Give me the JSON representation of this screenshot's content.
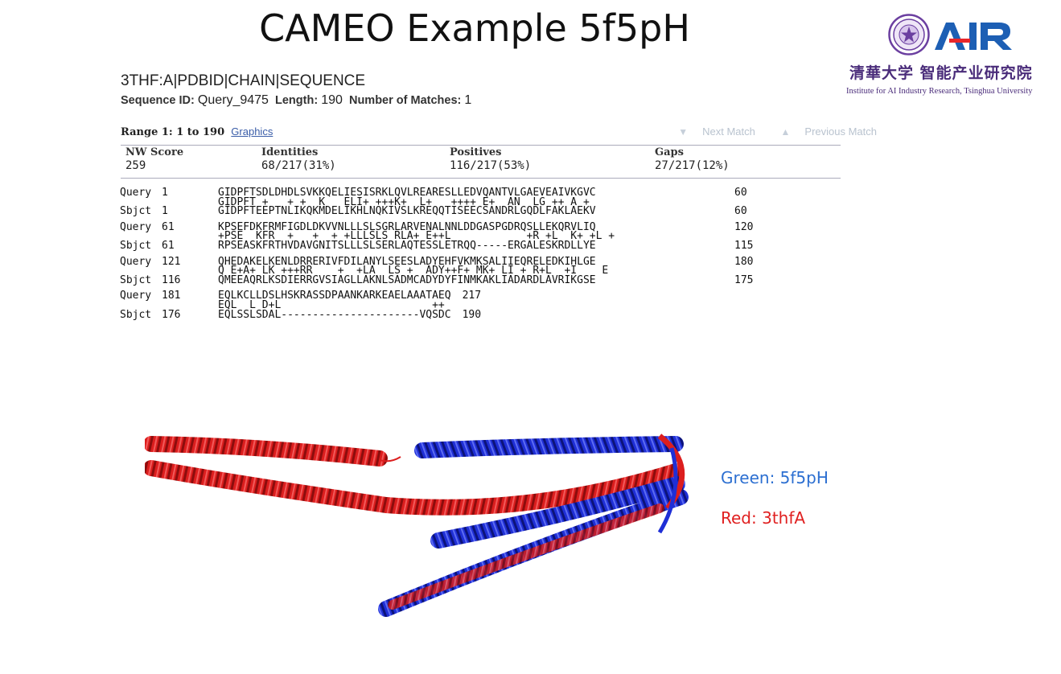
{
  "slide": {
    "title": "CAMEO Example 5f5pH"
  },
  "logo": {
    "brand": "AIR",
    "cn_name": "清華大学 智能产业研究院",
    "en_name": "Institute for AI Industry Research, Tsinghua University"
  },
  "sequence": {
    "header": "3THF:A|PDBID|CHAIN|SEQUENCE",
    "id_label": "Sequence ID:",
    "id_value": "Query_9475",
    "length_label": "Length:",
    "length_value": "190",
    "matches_label": "Number of Matches:",
    "matches_value": "1"
  },
  "range": {
    "label": "Range 1: 1 to 190",
    "graphics_link": "Graphics",
    "next_match": "Next Match",
    "previous_match": "Previous Match"
  },
  "stats": {
    "nw_score": {
      "header": "NW Score",
      "value": "259"
    },
    "identities": {
      "header": "Identities",
      "value": "68/217(31%)"
    },
    "positives": {
      "header": "Positives",
      "value": "116/217(53%)"
    },
    "gaps": {
      "header": "Gaps",
      "value": "27/217(12%)"
    }
  },
  "alignment": [
    {
      "query_label": "Query",
      "query_start": "1",
      "query_seq": "GIDPFTSDLDHDLSVKKQELIESISRKLQVLREARESLLEDVQANTVLGAEVEAIVKGVC",
      "query_end": "60",
      "match": "GIDPFT +   + +  K   ELI+ +++K+  L+   ++++ E+  AN  LG ++ A +",
      "sbjct_label": "Sbjct",
      "sbjct_start": "1",
      "sbjct_seq": "GIDPFTEEPTNLIKQKMDELIKHLNQKIVSLKREQQTISEECSANDRLGQDLFAKLAEKV",
      "sbjct_end": "60"
    },
    {
      "query_label": "Query",
      "query_start": "61",
      "query_seq": "KPSEFDKFRMFIGDLDKVVNLLLSLSGRLARVENALNNLDDGASPGDRQSLLEKQRVLIQ",
      "query_end": "120",
      "match": "+PSE  KFR  +   +  + +LLLSLS RLA+ E++L            +R +L  K+ +L +",
      "sbjct_label": "Sbjct",
      "sbjct_start": "61",
      "sbjct_seq": "RPSEASKFRTHVDAVGNITSLLLSLSERLAQTESSLETRQQ-----ERGALESKRDLLYE",
      "sbjct_end": "115"
    },
    {
      "query_label": "Query",
      "query_start": "121",
      "query_seq": "QHEDAKELKENLDRRERIVFDILANYLSEESLADYEHFVKMKSALIIEQRELEDKIHLGE",
      "query_end": "180",
      "match": "Q E+A+ LK +++RR    +  +LA  LS +  ADY++F+ MK+ LI + R+L  +I    E",
      "sbjct_label": "Sbjct",
      "sbjct_start": "116",
      "sbjct_seq": "QMEEAQRLKSDIERRGVSIAGLLAKNLSADMCADYDYFINMKAKLIADARDLAVRIKGSE",
      "sbjct_end": "175"
    },
    {
      "query_label": "Query",
      "query_start": "181",
      "query_seq": "EQLKCLLDSLHSKRASSDPAANKARKEAELAAATAEQ",
      "query_end": "217",
      "match": "EQL  L D+L                        ++",
      "sbjct_label": "Sbjct",
      "sbjct_start": "176",
      "sbjct_seq": "EQLSSLSDAL----------------------VQSDC",
      "sbjct_end": "190"
    }
  ],
  "structure_legend": {
    "green_label": "Green: 5f5pH",
    "red_label": "Red: 3thfA",
    "green_color": "#2c6fd1",
    "red_color": "#e02020"
  },
  "colors": {
    "helix_red": "#dc1e1e",
    "helix_blue": "#1f2fd6",
    "link_blue": "#3a5da8",
    "logo_purple": "#4a2c7a",
    "logo_blue": "#1d5fb4"
  }
}
